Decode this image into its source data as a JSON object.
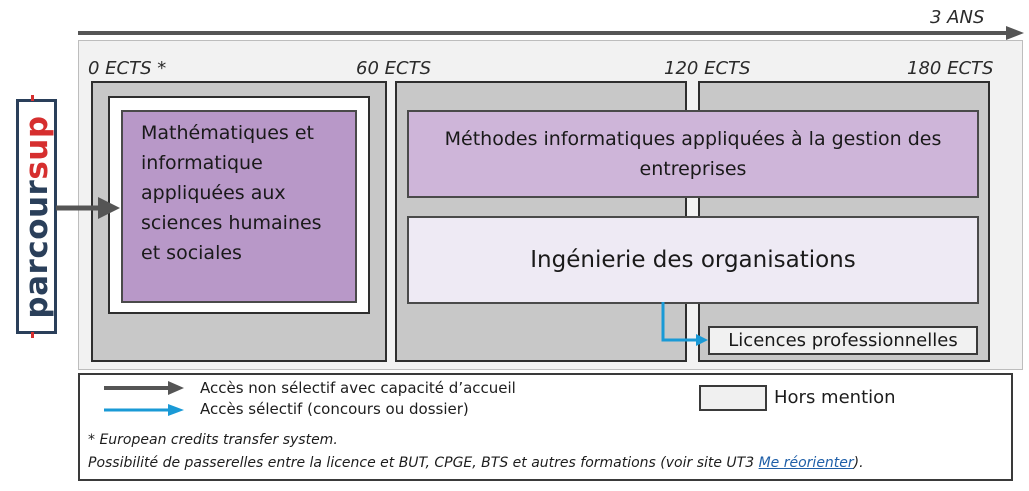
{
  "timeline": {
    "duration_label": "3 ANS"
  },
  "ects_marks": [
    "0 ECTS *",
    "60 ECTS",
    "120 ECTS",
    "180 ECTS"
  ],
  "parcoursup": {
    "part1": "parcour",
    "part2": "sup"
  },
  "programs": {
    "year1": "Mathématiques et informatique appliquées aux sciences humaines et sociales",
    "year23_top": "Méthodes informatiques appliquées à la gestion des entreprises",
    "year23_bottom": "Ingénierie des organisations",
    "licences_pro": "Licences professionnelles"
  },
  "legend": {
    "non_selective": "Accès non sélectif avec capacité d’accueil",
    "selective": "Accès sélectif (concours ou dossier)",
    "hors_mention": "Hors mention"
  },
  "notes": {
    "ects_footnote": "* European credits transfer system.",
    "passerelles_prefix": "Possibilité de passerelles entre la licence et BUT, CPGE, BTS et autres formations (voir site UT3 ",
    "passerelles_link": "Me réorienter",
    "passerelles_suffix": ")."
  },
  "colors": {
    "arrow_gray": "#555555",
    "arrow_blue": "#1a9ad6",
    "prog_dark": "#b898c8",
    "prog_mid": "#ceb5d9",
    "prog_light": "#eeeaf4",
    "parcoursup_red": "#d62f2f",
    "parcoursup_navy": "#2a3f5a"
  }
}
